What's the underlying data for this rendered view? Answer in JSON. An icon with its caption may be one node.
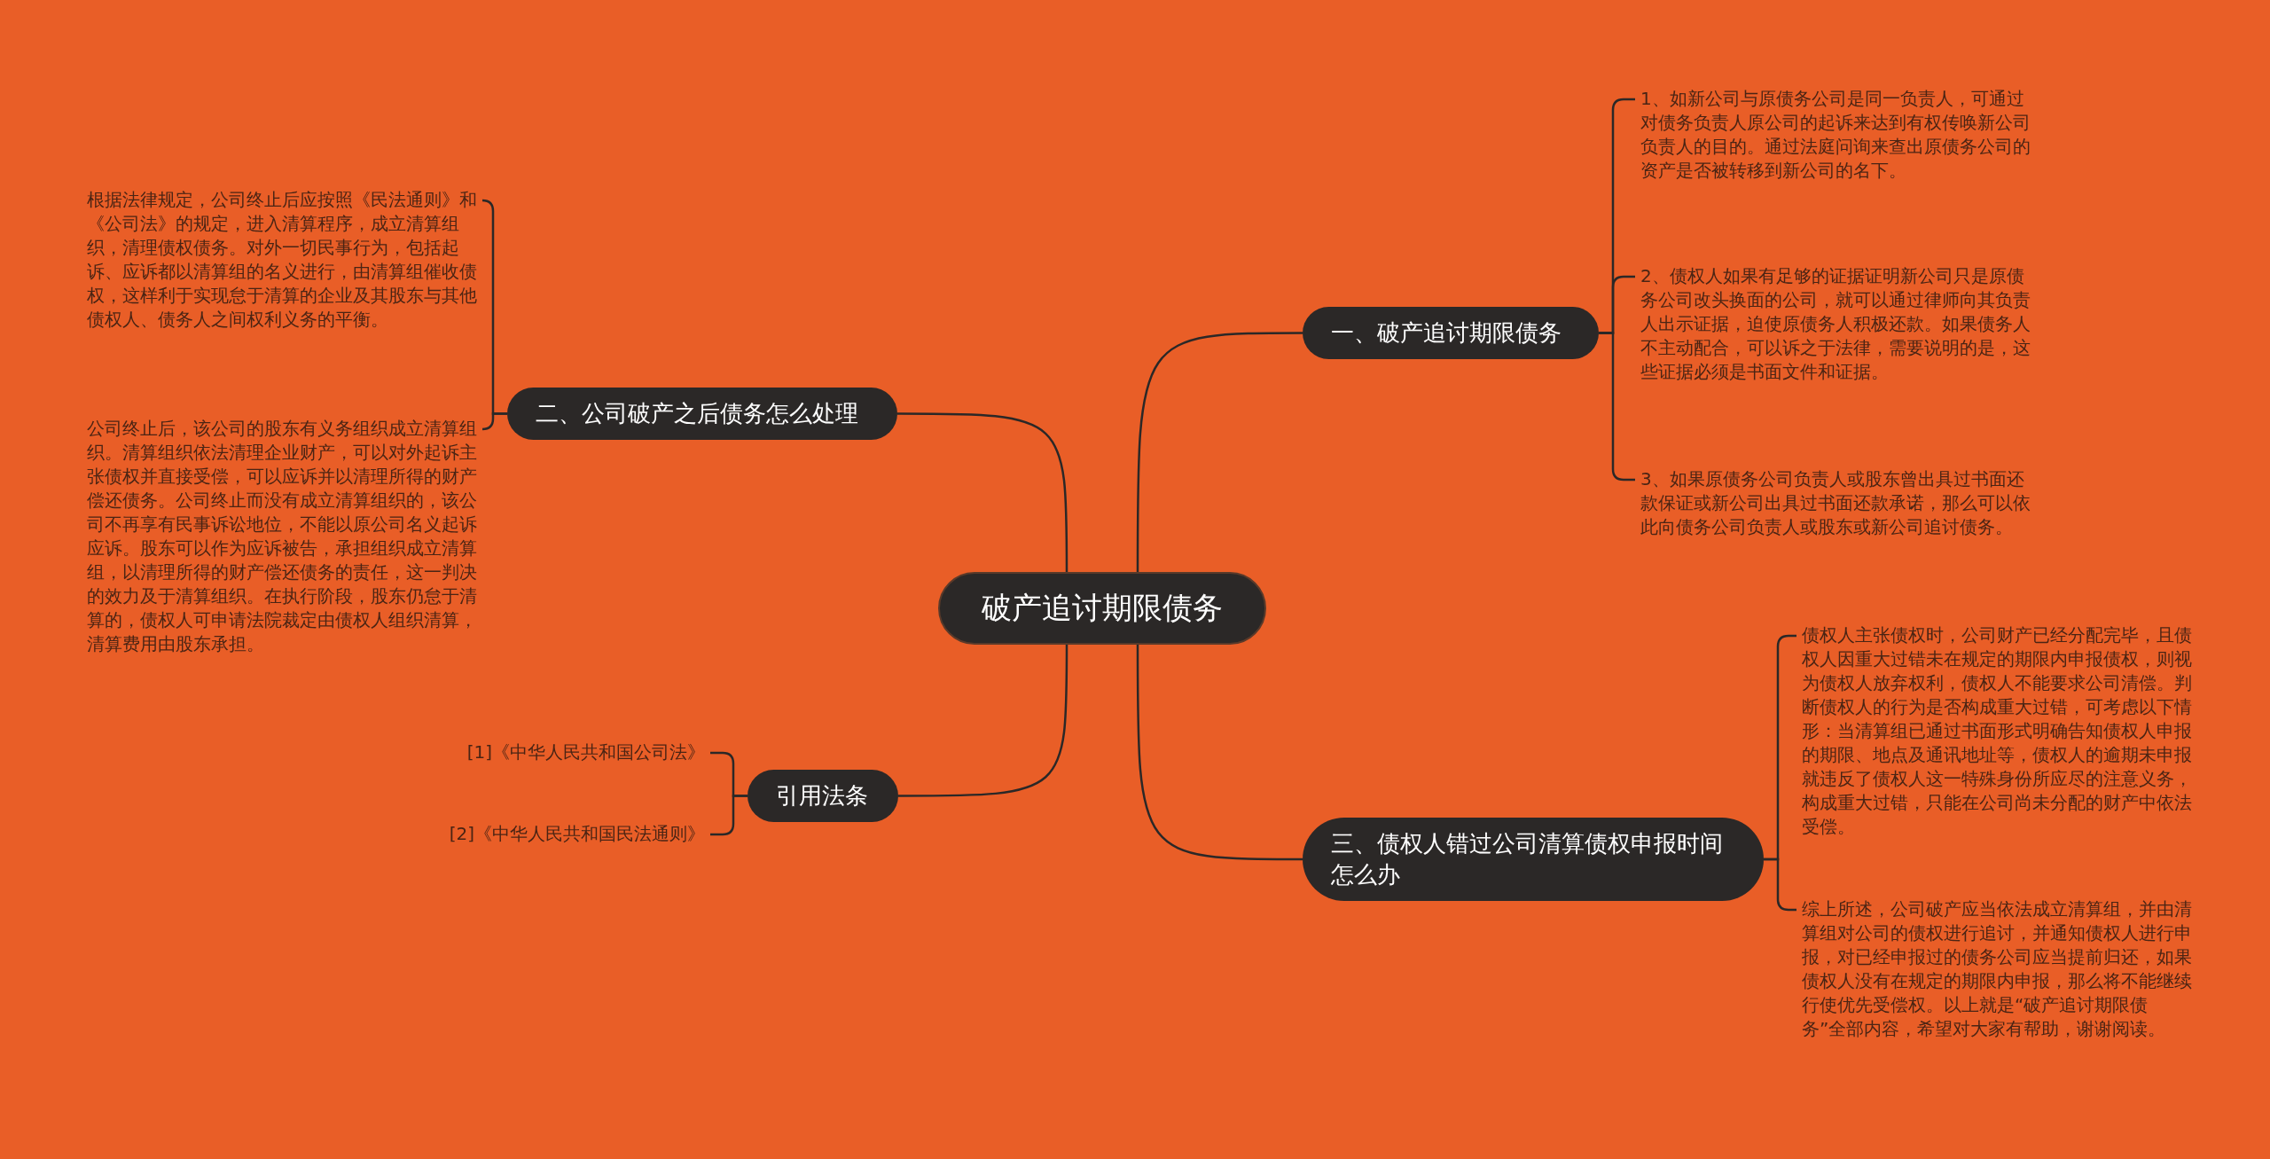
{
  "diagram": {
    "nodes": [
      {
        "text": [
          "破产追讨期限债务"
        ]
      },
      {
        "text": [
          "一、破产追讨期限债务"
        ]
      },
      {
        "text": [
          "1、如新公司与原债务公司是同一负责人，可通过对债务负责人原公司的起诉来达到有权传唤新公司负责人的目的。通过法庭问询来查出原债务公司的资产是否被转移到新公司的名下。"
        ]
      },
      {
        "text": [
          "2、债权人如果有足够的证据证明新公司只是原债务公司改头换面的公司，就可以通过律师向其负责人出示证据，迫使原债务人积极还款。如果债务人不主动配合，可以诉之于法律，需要说明的是，这些证据必须是书面文件和证据。"
        ]
      },
      {
        "text": [
          "3、如果原债务公司负责人或股东曾出具过书面还款保证或新公司出具过书面还款承诺，那么可以依此向债务公司负责人或股东或新公司追讨债务。"
        ]
      },
      {
        "text": [
          "二、公司破产之后债务怎么处理"
        ]
      },
      {
        "text": [
          "根据法律规定，公司终止后应按照《民法通则》和《公司法》的规定，进入清算程序，成立清算组织，清理债权债务。对外一切民事行为，包括起诉、应诉都以清算组的名义进行，由清算组催收债权，这样利于实现怠于清算的企业及其股东与其他债权人、债务人之间权利义务的平衡。"
        ]
      },
      {
        "text": [
          "公司终止后，该公司的股东有义务组织成立清算组织。清算组织依法清理企业财产，可以对外起诉主张债权并直接受偿，可以应诉并以清理所得的财产偿还债务。公司终止而没有成立清算组织的，该公司不再享有民事诉讼地位，不能以原公司名义起诉应诉。股东可以作为应诉被告，承担组织成立清算组，以清理所得的财产偿还债务的责任，这一判决的效力及于清算组织。在执行阶段，股东仍怠于清算的，债权人可申请法院裁定由债权人组织清算，清算费用由股东承担。"
        ]
      },
      {
        "text": [
          "引用法条"
        ]
      },
      {
        "text": [
          "[1]《中华人民共和国公司法》"
        ]
      },
      {
        "text": [
          "[2]《中华人民共和国民法通则》"
        ]
      },
      {
        "text": [
          "三、债权人错过公司清算债权申报时间怎么办"
        ]
      },
      {
        "text": [
          "债权人主张债权时，公司财产已经分配完毕，且债权人因重大过错未在规定的期限内申报债权，则视为债权人放弃权利，债权人不能要求公司清偿。判断债权人的行为是否构成重大过错，可考虑以下情形：当清算组已通过书面形式明确告知债权人申报的期限、地点及通讯地址等，债权人的逾期未申报就违反了债权人这一特殊身份所应尽的注意义务，构成重大过错，只能在公司尚未分配的财产中依法受偿。"
        ]
      },
      {
        "text": [
          "综上所述，公司破产应当依法成立清算组，并由清算组对公司的债权进行追讨，并通知债权人进行申报，对已经申报过的债务公司应当提前归还，如果债权人没有在规定的期限内申报，那么将不能继续行使优先受偿权。以上就是“破产追讨期限债务”全部内容，希望对大家有帮助，谢谢阅读。"
        ]
      }
    ],
    "edges": [
      {
        "from": 0,
        "to": 1,
        "arrow": "none"
      },
      {
        "from": 1,
        "to": 2,
        "arrow": "none"
      },
      {
        "from": 1,
        "to": 3,
        "arrow": "none"
      },
      {
        "from": 1,
        "to": 4,
        "arrow": "none"
      },
      {
        "from": 0,
        "to": 5,
        "arrow": "none"
      },
      {
        "from": 5,
        "to": 6,
        "arrow": "none"
      },
      {
        "from": 5,
        "to": 7,
        "arrow": "none"
      },
      {
        "from": 0,
        "to": 8,
        "arrow": "none"
      },
      {
        "from": 8,
        "to": 9,
        "arrow": "none"
      },
      {
        "from": 8,
        "to": 10,
        "arrow": "none"
      },
      {
        "from": 0,
        "to": 11,
        "arrow": "none"
      },
      {
        "from": 11,
        "to": 12,
        "arrow": "none"
      },
      {
        "from": 11,
        "to": 13,
        "arrow": "none"
      }
    ]
  }
}
